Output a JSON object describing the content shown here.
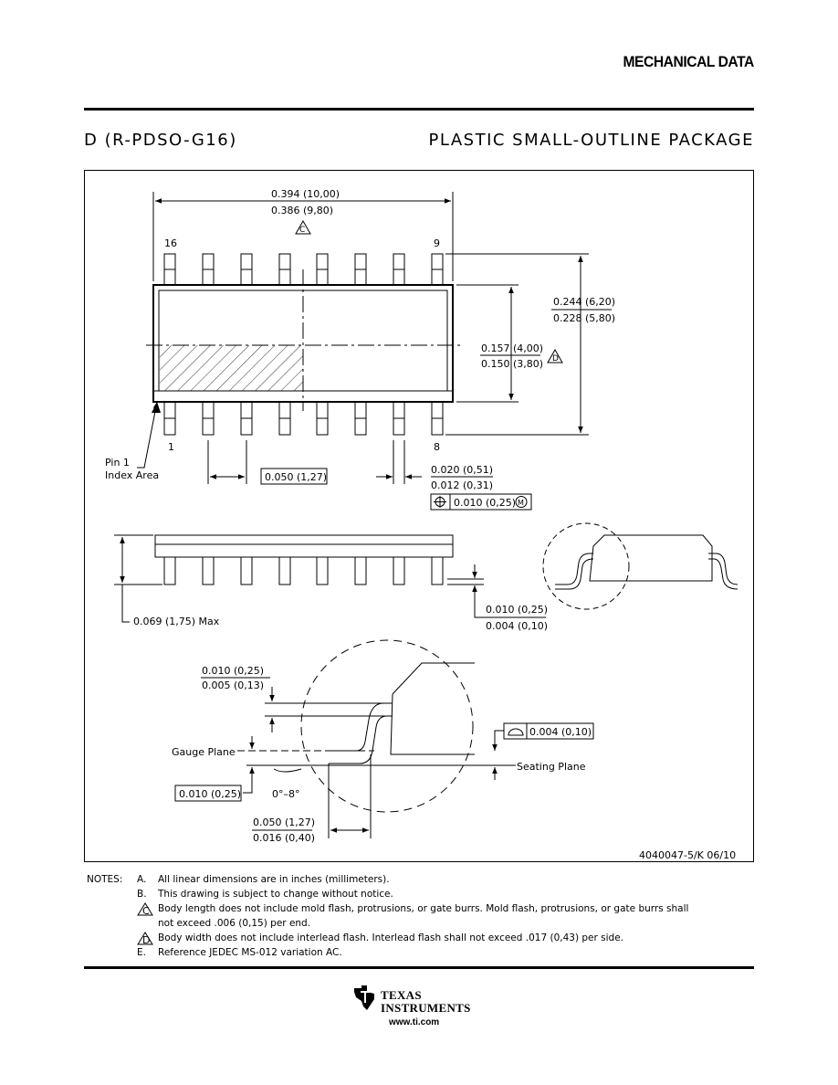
{
  "header": {
    "title": "MECHANICAL DATA"
  },
  "package": {
    "code": "D (R-PDSO-G16)",
    "name": "PLASTIC SMALL-OUTLINE PACKAGE"
  },
  "drawing": {
    "length_max": "0.394 (10,00)",
    "length_min": "0.386 (9,80)",
    "note_c": "C",
    "note_d": "D",
    "pin16": "16",
    "pin9": "9",
    "pin1": "1",
    "pin8": "8",
    "width_total_max": "0.244 (6,20)",
    "width_total_min": "0.228 (5,80)",
    "body_width_max": "0.157 (4,00)",
    "body_width_min": "0.150 (3,80)",
    "pin1_label_1": "Pin 1",
    "pin1_label_2": "Index Area",
    "pitch": "0.050 (1,27)",
    "lead_width_max": "0.020 (0,51)",
    "lead_width_min": "0.012 (0,31)",
    "position_tol": "0.010 (0,25)",
    "position_mod": "M",
    "height_max": "0.069 (1,75) Max",
    "standoff_max": "0.010 (0,25)",
    "standoff_min": "0.004 (0,10)",
    "lead_thk_max": "0.010 (0,25)",
    "lead_thk_min": "0.005 (0,13)",
    "gauge_plane": "Gauge Plane",
    "gauge_value": "0.010 (0,25)",
    "angle": "0°–8°",
    "coplanarity": "0.004 (0,10)",
    "seating_plane": "Seating Plane",
    "foot_max": "0.050 (1,27)",
    "foot_min": "0.016 (0,40)",
    "drawing_number": "4040047-5/K  06/10"
  },
  "notes": {
    "label": "NOTES:",
    "items": [
      {
        "letter": "A.",
        "text": "All linear dimensions are in inches (millimeters)."
      },
      {
        "letter": "B.",
        "text": "This drawing is subject to change without notice."
      },
      {
        "letter": "C",
        "text": "Body length does not include mold flash, protrusions, or gate burrs.  Mold flash, protrusions, or gate burrs shall"
      },
      {
        "letter": "",
        "text": "not exceed .006 (0,15) per end."
      },
      {
        "letter": "D",
        "text": "Body width does not include interlead flash.  Interlead flash shall not exceed .017 (0,43) per side."
      },
      {
        "letter": "E.",
        "text": "Reference JEDEC MS-012 variation AC."
      }
    ]
  },
  "footer": {
    "brand_line1": "TEXAS",
    "brand_line2": "INSTRUMENTS",
    "url": "www.ti.com"
  }
}
